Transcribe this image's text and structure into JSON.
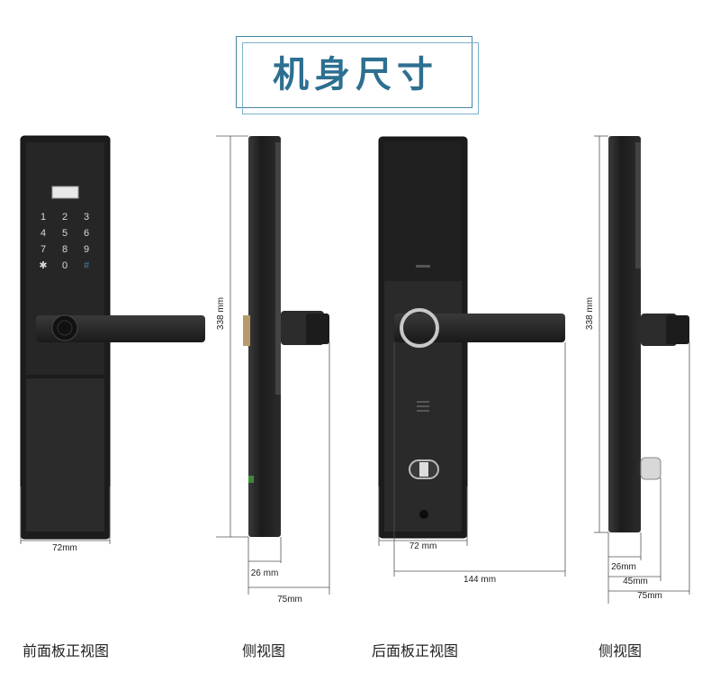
{
  "title": "机身尺寸",
  "keypad": {
    "keys": [
      "1",
      "2",
      "3",
      "4",
      "5",
      "6",
      "7",
      "8",
      "9",
      "✱",
      "0",
      "#"
    ]
  },
  "dimensions": {
    "front_width": "72mm",
    "side_height": "338 mm",
    "side_depth_26": "26 mm",
    "side_depth_75": "75mm",
    "back_width": "72 mm",
    "back_handle": "144 mm",
    "side2_height": "338 mm",
    "side2_26": "26mm",
    "side2_45": "45mm",
    "side2_75": "75mm"
  },
  "captions": {
    "front": "前面板正视图",
    "side": "侧视图",
    "back": "后面板正视图",
    "side2": "侧视图"
  },
  "colors": {
    "accent": "#2d6f91",
    "lock_body": "#1e1e1e",
    "lock_panel": "#2a2a2a"
  }
}
